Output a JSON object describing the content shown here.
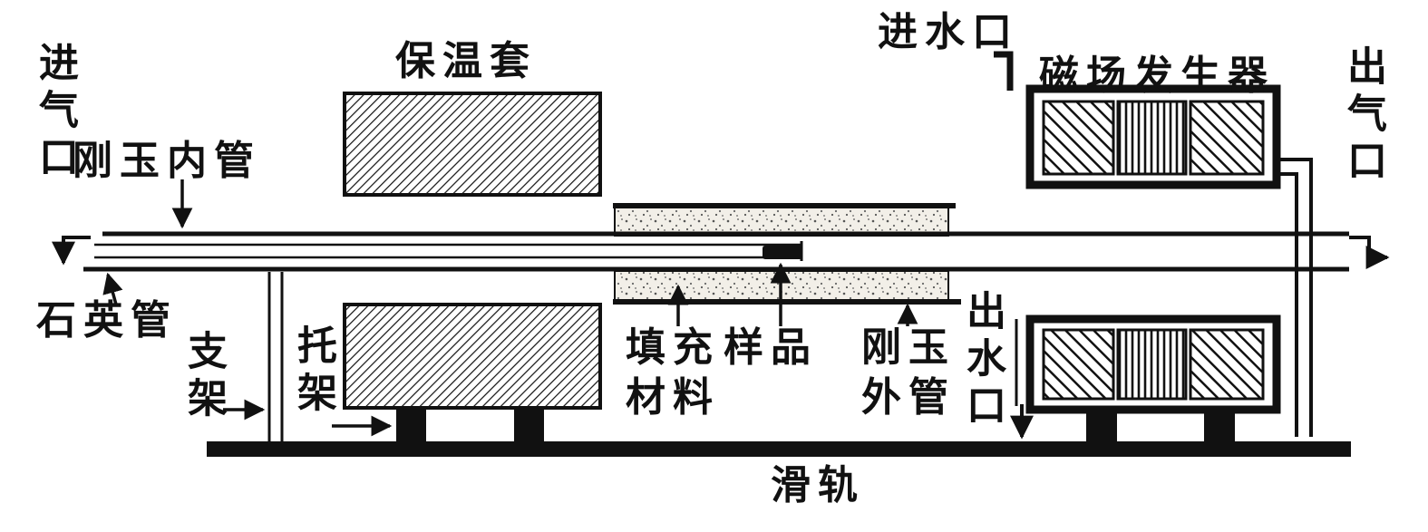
{
  "figure": {
    "type": "apparatus-schematic",
    "description": "Tube furnace with magnetic field generator on a slide rail"
  },
  "labels": {
    "gas_inlet": "进气口",
    "corundum_inner_tube": "刚玉内管",
    "insulation_jacket": "保温套",
    "water_inlet": "进水口",
    "magnetic_field_generator": "磁场发生器",
    "gas_outlet": "出气口",
    "quartz_tube": "石英管",
    "support": "支架",
    "bracket": "托架",
    "filling_material": "填充\n材料",
    "sample": "样品",
    "corundum_outer_tube": "刚玉\n外管",
    "water_outlet": "出水口",
    "slide_rail": "滑轨"
  },
  "colors": {
    "ink": "#111111",
    "background": "#ffffff",
    "filling_dots_bg": "#f2efe8"
  }
}
